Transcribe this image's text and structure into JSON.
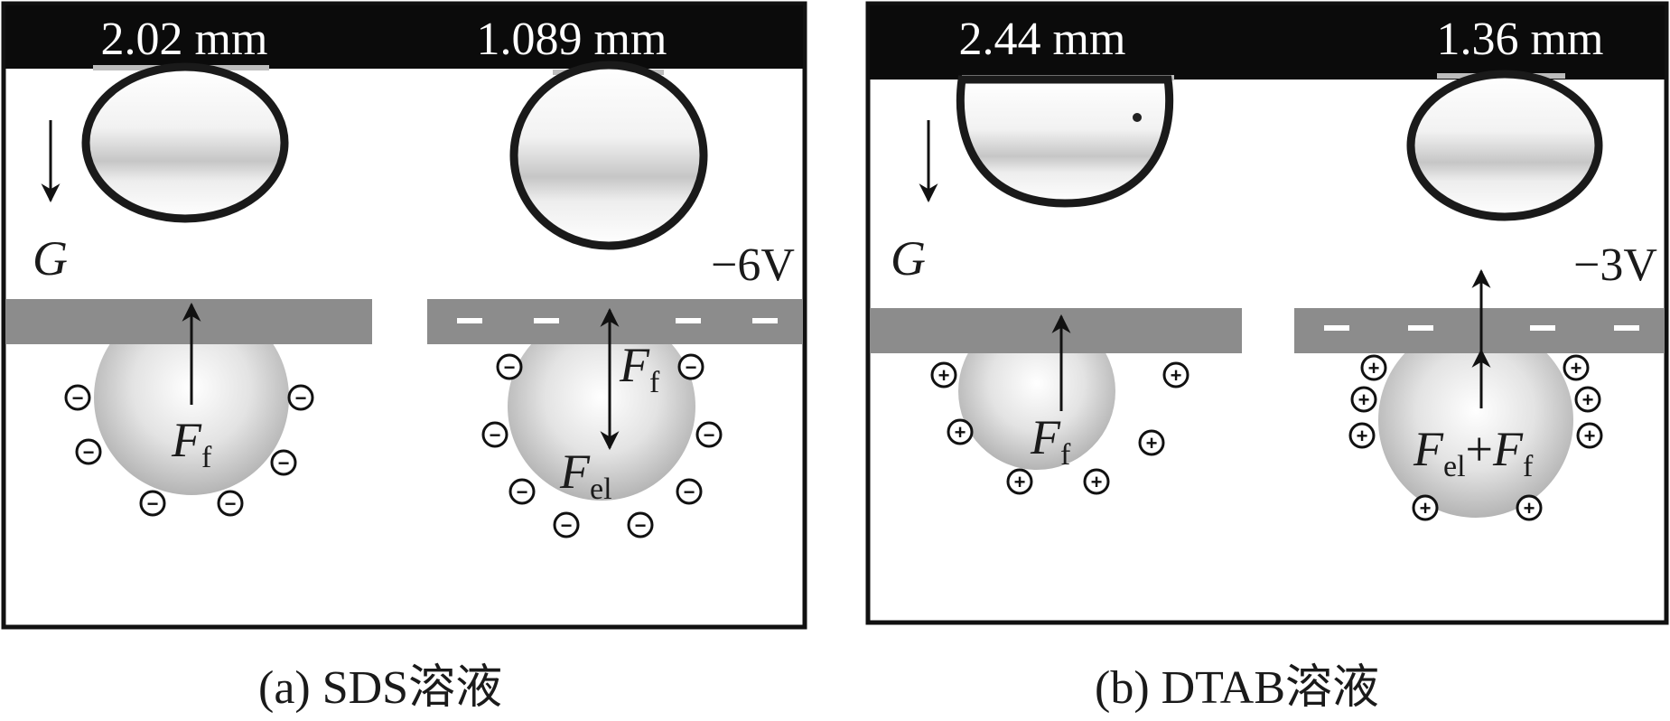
{
  "panel_a": {
    "measure_left": "2.02 mm",
    "measure_right": "1.089 mm",
    "gravity_label": "G",
    "voltage": "−6V",
    "force_left": {
      "main": "F",
      "sub": "f"
    },
    "force_right_top": {
      "main": "F",
      "sub": "f"
    },
    "force_right_bottom": {
      "main": "F",
      "sub": "el"
    },
    "ion_sign": "−",
    "plate_mark": "−",
    "caption": "(a) SDS溶液"
  },
  "panel_b": {
    "measure_left": "2.44 mm",
    "measure_right": "1.36 mm",
    "gravity_label": "G",
    "voltage": "−3V",
    "force_left": {
      "main": "F",
      "sub": "f"
    },
    "force_right": {
      "main1": "F",
      "sub1": "el",
      "plus": "+",
      "main2": "F",
      "sub2": "f"
    },
    "ion_sign": "+",
    "plate_mark": "−",
    "caption": "(b) DTAB溶液"
  },
  "colors": {
    "frame": "#111111",
    "top_bar": "#0b0b0b",
    "plate": "#8c8c8c",
    "measure_line": "#bdbdbd",
    "drop_edge": "#1a1a1a"
  }
}
